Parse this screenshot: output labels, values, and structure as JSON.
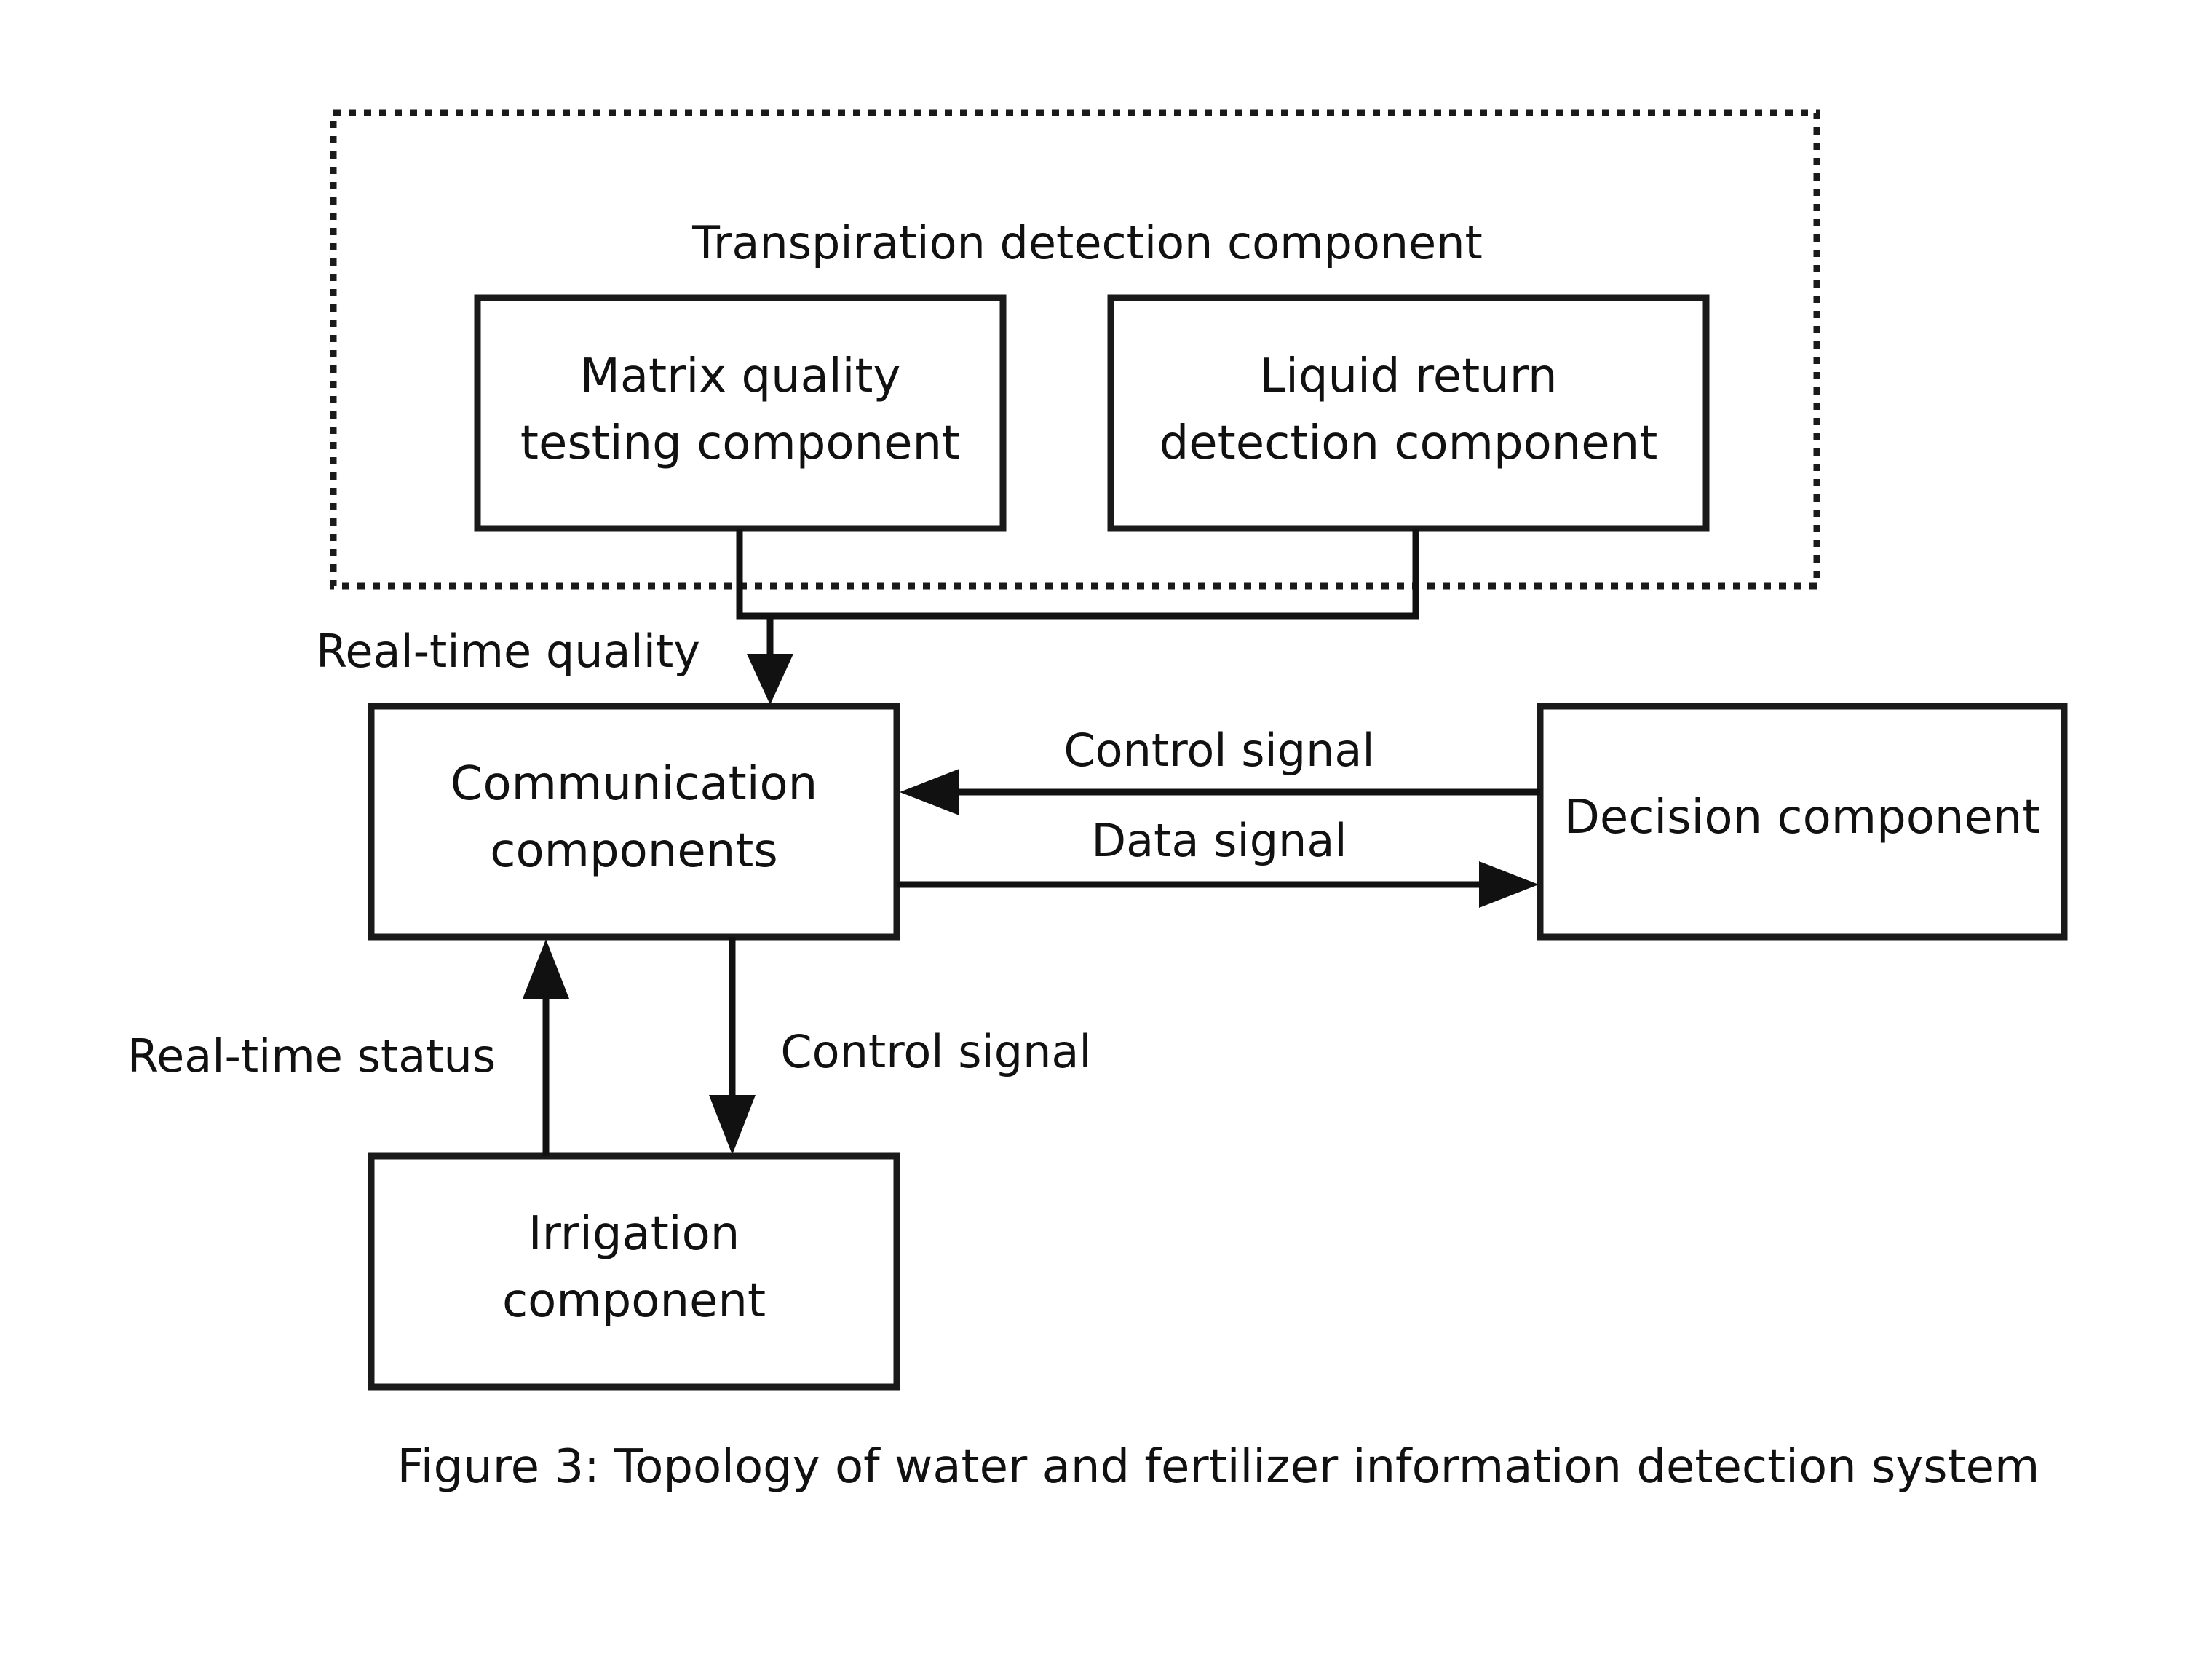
{
  "group": {
    "label": "Transpiration detection component"
  },
  "nodes": {
    "matrix_quality": {
      "lines": [
        "Matrix quality",
        "testing component"
      ]
    },
    "liquid_return": {
      "lines": [
        "Liquid return",
        "detection component"
      ]
    },
    "communication": {
      "lines": [
        "Communication",
        "components"
      ]
    },
    "decision": {
      "lines": [
        "Decision component"
      ]
    },
    "irrigation": {
      "lines": [
        "Irrigation",
        "component"
      ]
    }
  },
  "edges": {
    "realtime_quality": "Real-time quality",
    "control_to_comm": "Control signal",
    "data_to_decision": "Data signal",
    "realtime_status": "Real-time status",
    "control_to_irrigation": "Control signal"
  },
  "caption": "Figure 3: Topology of water and fertilizer information detection system"
}
